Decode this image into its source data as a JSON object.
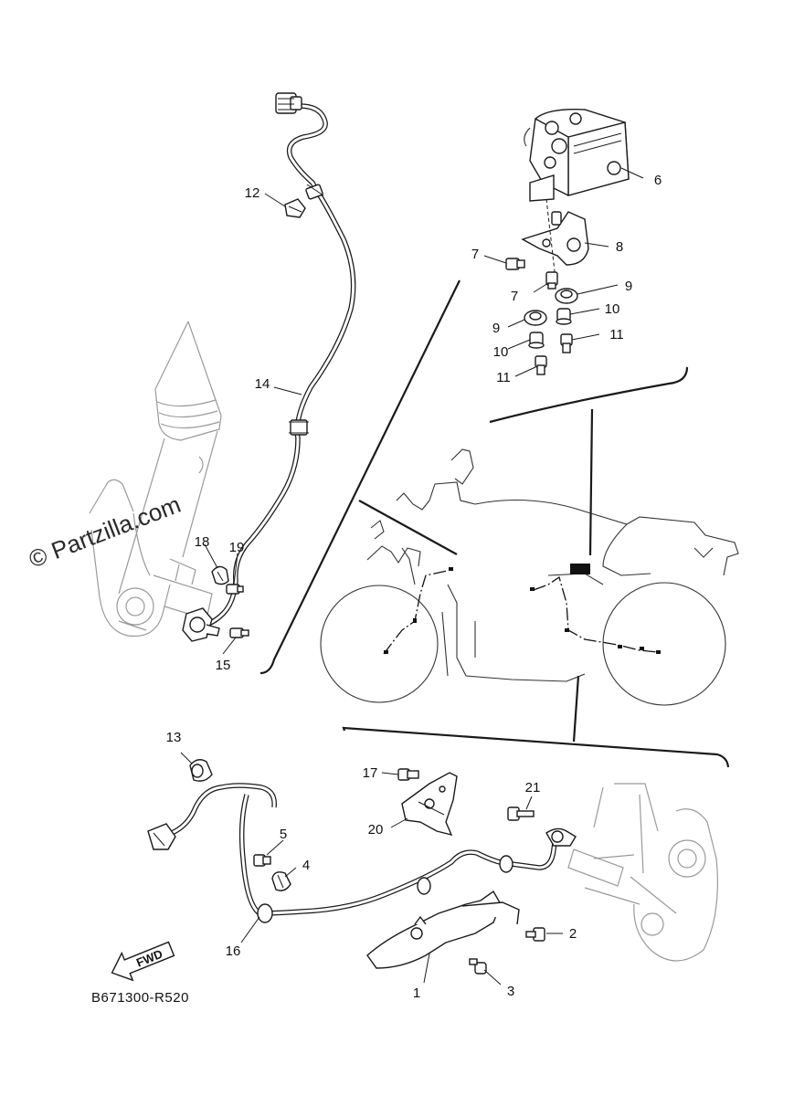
{
  "watermark": "© Partzilla.com",
  "diagram_code": "B671300-R520",
  "fwd_label": "FWD",
  "callouts": {
    "c1": "1",
    "c2": "2",
    "c3": "3",
    "c4": "4",
    "c5": "5",
    "c6": "6",
    "c7a": "7",
    "c7b": "7",
    "c8": "8",
    "c9a": "9",
    "c9b": "9",
    "c10a": "10",
    "c10b": "10",
    "c11a": "11",
    "c11b": "11",
    "c12": "12",
    "c13": "13",
    "c14": "14",
    "c15": "15",
    "c16": "16",
    "c17": "17",
    "c18": "18",
    "c19": "19",
    "c20": "20",
    "c21": "21"
  },
  "icons": {
    "fwd": "fwd-arrow-icon"
  }
}
